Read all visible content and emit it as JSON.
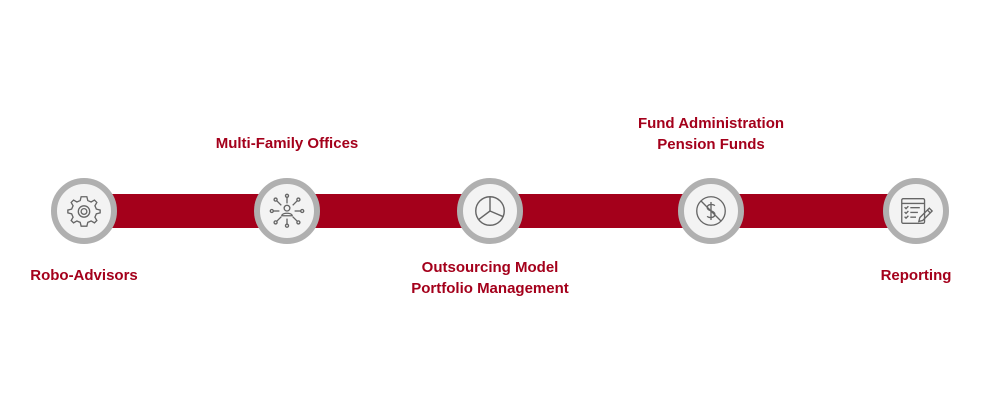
{
  "colors": {
    "accent": "#a4001b",
    "ring": "#b0b0b0",
    "icon": "#666666",
    "node_fill": "#f3f3f3"
  },
  "steps": [
    {
      "icon": "gear-icon",
      "lines": [
        "Robo-Advisors"
      ]
    },
    {
      "icon": "network-person-icon",
      "lines": [
        "Multi-Family Offices"
      ]
    },
    {
      "icon": "pie-chart-icon",
      "lines": [
        "Outsourcing Model",
        "Portfolio Management"
      ]
    },
    {
      "icon": "no-dollar-icon",
      "lines": [
        "Fund Administration",
        "Pension Funds"
      ]
    },
    {
      "icon": "report-pencil-icon",
      "lines": [
        "Reporting"
      ]
    }
  ]
}
